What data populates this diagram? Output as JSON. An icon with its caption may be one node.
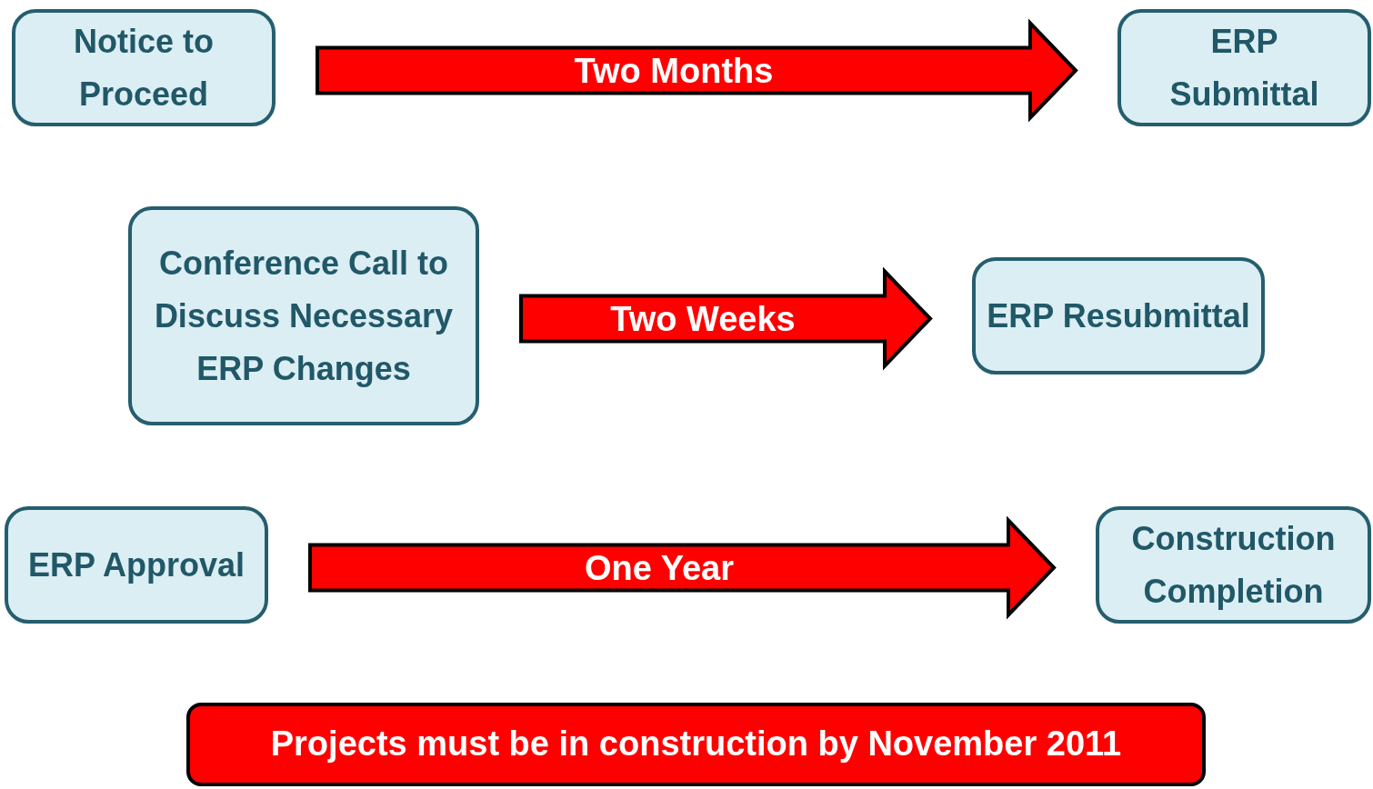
{
  "diagram": {
    "nodes": [
      {
        "text": [
          "Notice to Proceed"
        ]
      },
      {
        "text": [
          "ERP Submittal"
        ]
      },
      {
        "text": [
          "Conference Call to Discuss Necessary ERP Changes"
        ]
      },
      {
        "text": [
          "ERP Resubmittal"
        ]
      },
      {
        "text": [
          "ERP Approval"
        ]
      },
      {
        "text": [
          "Construction Completion"
        ]
      },
      {
        "text": [
          "Projects must be in construction by November 2011"
        ]
      }
    ],
    "edges": [
      {
        "from": 0,
        "to": 1,
        "arrow": "to",
        "label": "Two Months",
        "style": "thick"
      },
      {
        "from": 2,
        "to": 3,
        "arrow": "to",
        "label": "Two Weeks",
        "style": "thick"
      },
      {
        "from": 4,
        "to": 5,
        "arrow": "to",
        "label": "One Year",
        "style": "thick"
      }
    ]
  }
}
